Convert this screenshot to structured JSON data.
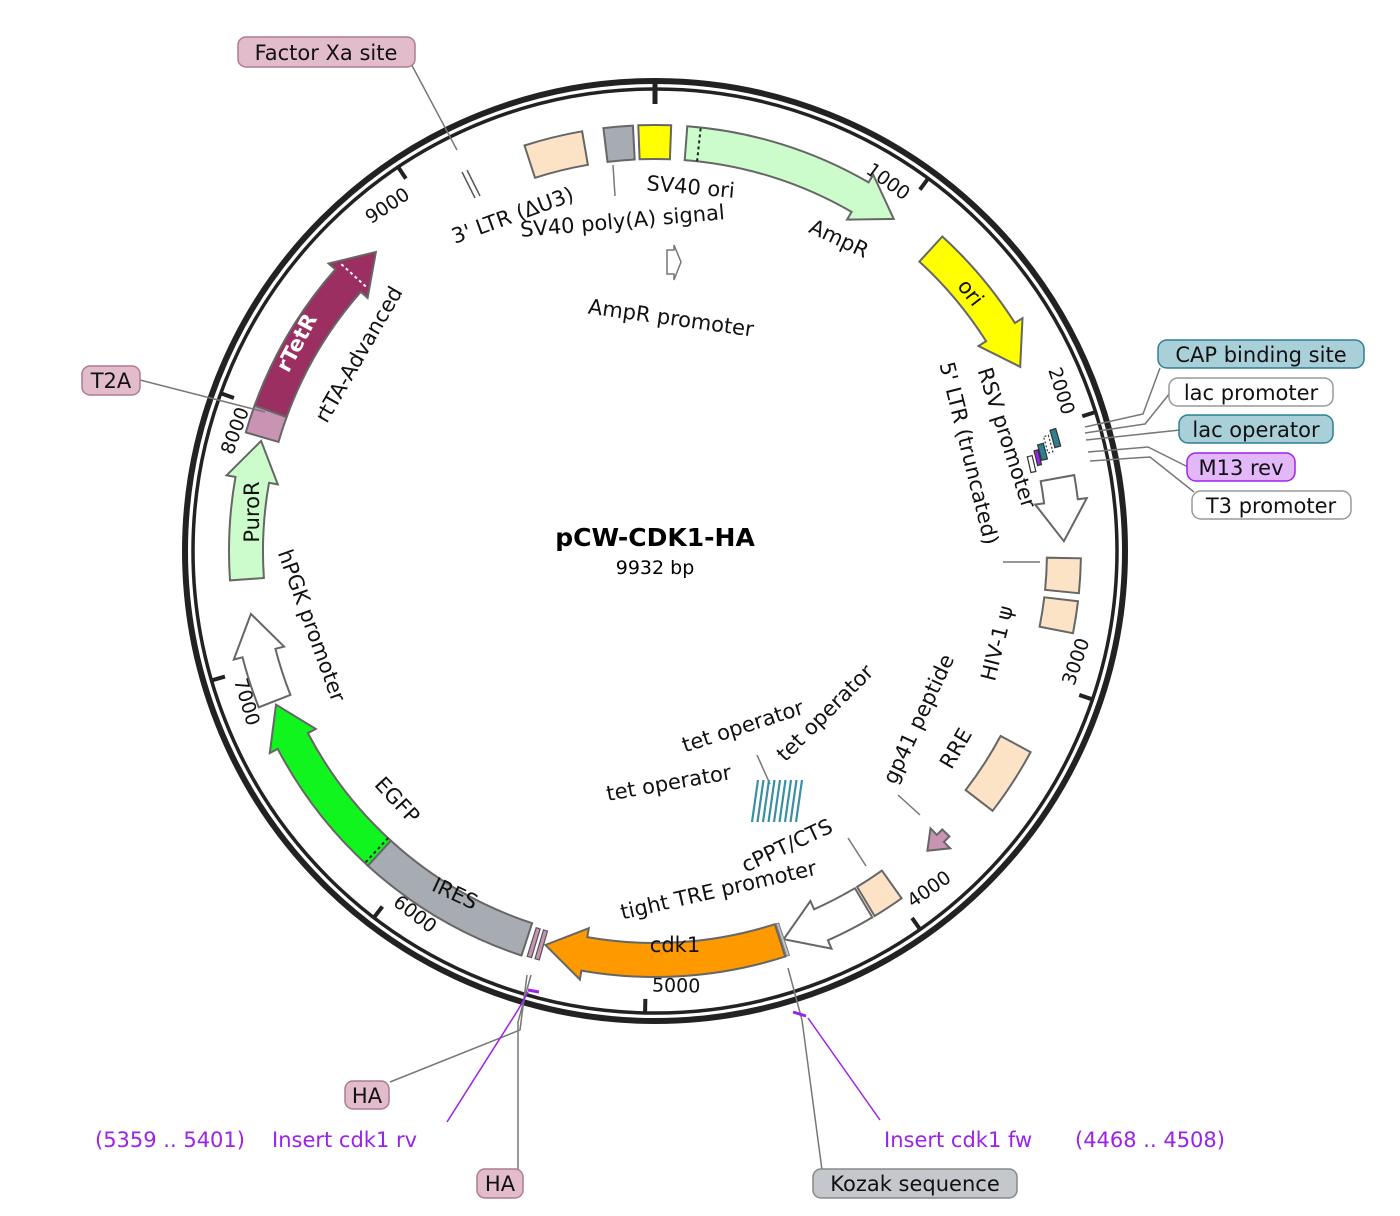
{
  "plasmid": {
    "name": "pCW-CDK1-HA",
    "length_label": "9932 bp",
    "length": 9932
  },
  "ticks": [
    {
      "bp": 1000,
      "label": "1000"
    },
    {
      "bp": 2000,
      "label": "2000"
    },
    {
      "bp": 3000,
      "label": "3000"
    },
    {
      "bp": 4000,
      "label": "4000"
    },
    {
      "bp": 5000,
      "label": "5000"
    },
    {
      "bp": 6000,
      "label": "6000"
    },
    {
      "bp": 7000,
      "label": "7000"
    },
    {
      "bp": 8000,
      "label": "8000"
    },
    {
      "bp": 9000,
      "label": "9000"
    }
  ],
  "features": [
    {
      "name": "Factor Xa site",
      "start": 9212,
      "end": 9228,
      "color": "#e2bccb",
      "type": "line"
    },
    {
      "name": "3' LTR (ΔU3)",
      "start": 9440,
      "end": 9660,
      "color": "#fde3c6",
      "type": "box"
    },
    {
      "name": "SV40 poly(A) signal",
      "start": 9740,
      "end": 9850,
      "color": "#a7acb3",
      "type": "box"
    },
    {
      "name": "SV40 ori",
      "start": 9870,
      "end": 60,
      "color": "#ffff00",
      "type": "box"
    },
    {
      "name": "AmpR",
      "start": 120,
      "end": 985,
      "color": "#ccfccc",
      "type": "arrow",
      "dotted_at": 170
    },
    {
      "name": "AmpR promoter",
      "start": 20,
      "end": 110,
      "color": "#ffffff",
      "type": "small-arrow"
    },
    {
      "name": "ori",
      "start": 1170,
      "end": 1745,
      "color": "#ffff00",
      "type": "arrow"
    },
    {
      "name": "CAP binding site",
      "color": "#a9cfd8",
      "border": "#2f7f92"
    },
    {
      "name": "lac promoter",
      "color": "#ffffff",
      "border": "#999999"
    },
    {
      "name": "lac operator",
      "color": "#a9cfd8",
      "border": "#2f7f92"
    },
    {
      "name": "M13 rev",
      "color": "#e2b8fa",
      "border": "#a020f0"
    },
    {
      "name": "T3 promoter",
      "color": "#ffffff",
      "border": "#999999"
    },
    {
      "name": "RSV promoter",
      "start": 2200,
      "end": 2445,
      "color": "#ffffff",
      "type": "arrow"
    },
    {
      "name": "5' LTR (truncated)",
      "start": 2510,
      "end": 2640,
      "color": "#fde3c6",
      "type": "box"
    },
    {
      "name": "HIV-1 ψ",
      "start": 2670,
      "end": 2790,
      "color": "#fde3c6",
      "type": "box"
    },
    {
      "name": "RRE",
      "start": 3260,
      "end": 3520,
      "color": "#fde3c6",
      "type": "box"
    },
    {
      "name": "gp41 peptide",
      "start": 3700,
      "end": 3800,
      "color": "#c993b4",
      "type": "arrow"
    },
    {
      "name": "cPPT/CTS",
      "start": 3990,
      "end": 4110,
      "color": "#fde3c6",
      "type": "box"
    },
    {
      "name": "tight TRE promoter",
      "start": 4120,
      "end": 4460,
      "color": "#ffffff",
      "type": "arrow"
    },
    {
      "name": "tet operator"
    },
    {
      "name": "Kozak sequence",
      "color": "#c4c7cb",
      "border": "#888888"
    },
    {
      "name": "cdk1",
      "start": 4475,
      "end": 5395,
      "color": "#ff9900",
      "type": "arrow"
    },
    {
      "name": "HA",
      "color": "#e2bccb",
      "border": "#b07a93"
    },
    {
      "name": "IRES",
      "start": 5470,
      "end": 6135,
      "color": "#a7acb3",
      "type": "box"
    },
    {
      "name": "EGFP",
      "start": 6135,
      "end": 6840,
      "color": "#11f51f",
      "type": "arrow",
      "dotted_at": 6150
    },
    {
      "name": "hPGK promoter",
      "start": 6855,
      "end": 7205,
      "color": "#ffffff",
      "type": "arrow"
    },
    {
      "name": "PuroR",
      "start": 7340,
      "end": 7880,
      "color": "#ccfccc",
      "type": "arrow"
    },
    {
      "name": "T2A",
      "start": 7895,
      "end": 8000,
      "color": "#c993b4",
      "type": "box"
    },
    {
      "name": "rTetR",
      "start": 8000,
      "end": 8745,
      "color": "#9b2f62",
      "type": "arrow",
      "dotted_at": 8620
    },
    {
      "name": "rtTA-Advanced"
    }
  ],
  "primers": [
    {
      "name": "Insert cdk1 rv",
      "range": "(5359 .. 5401)",
      "start": 5359,
      "end": 5401,
      "color": "#9b22e8"
    },
    {
      "name": "Insert cdk1 fw",
      "range": "(4468 .. 4508)",
      "start": 4468,
      "end": 4508,
      "color": "#9b22e8"
    }
  ]
}
